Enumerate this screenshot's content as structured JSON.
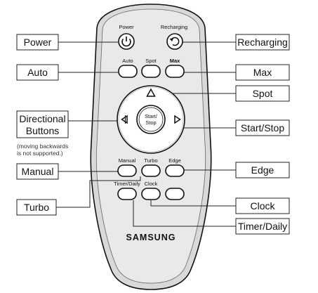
{
  "remote": {
    "brand": "SAMSUNG",
    "button_labels": {
      "power": "Power",
      "recharging": "Recharging",
      "auto": "Auto",
      "spot": "Spot",
      "max": "Max",
      "start_stop_line1": "Start/",
      "start_stop_line2": "Stop",
      "manual": "Manual",
      "turbo": "Turbo",
      "edge": "Edge",
      "timer_daily": "Timer/Daily",
      "clock": "Clock"
    }
  },
  "callouts": {
    "power": "Power",
    "recharging": "Recharging",
    "auto": "Auto",
    "max": "Max",
    "spot": "Spot",
    "directional_line1": "Directional",
    "directional_line2": "Buttons",
    "directional_note_line1": "(moving backwards",
    "directional_note_line2": "is not supported.)",
    "start_stop": "Start/Stop",
    "manual": "Manual",
    "edge": "Edge",
    "turbo": "Turbo",
    "clock": "Clock",
    "timer_daily": "Timer/Daily"
  }
}
